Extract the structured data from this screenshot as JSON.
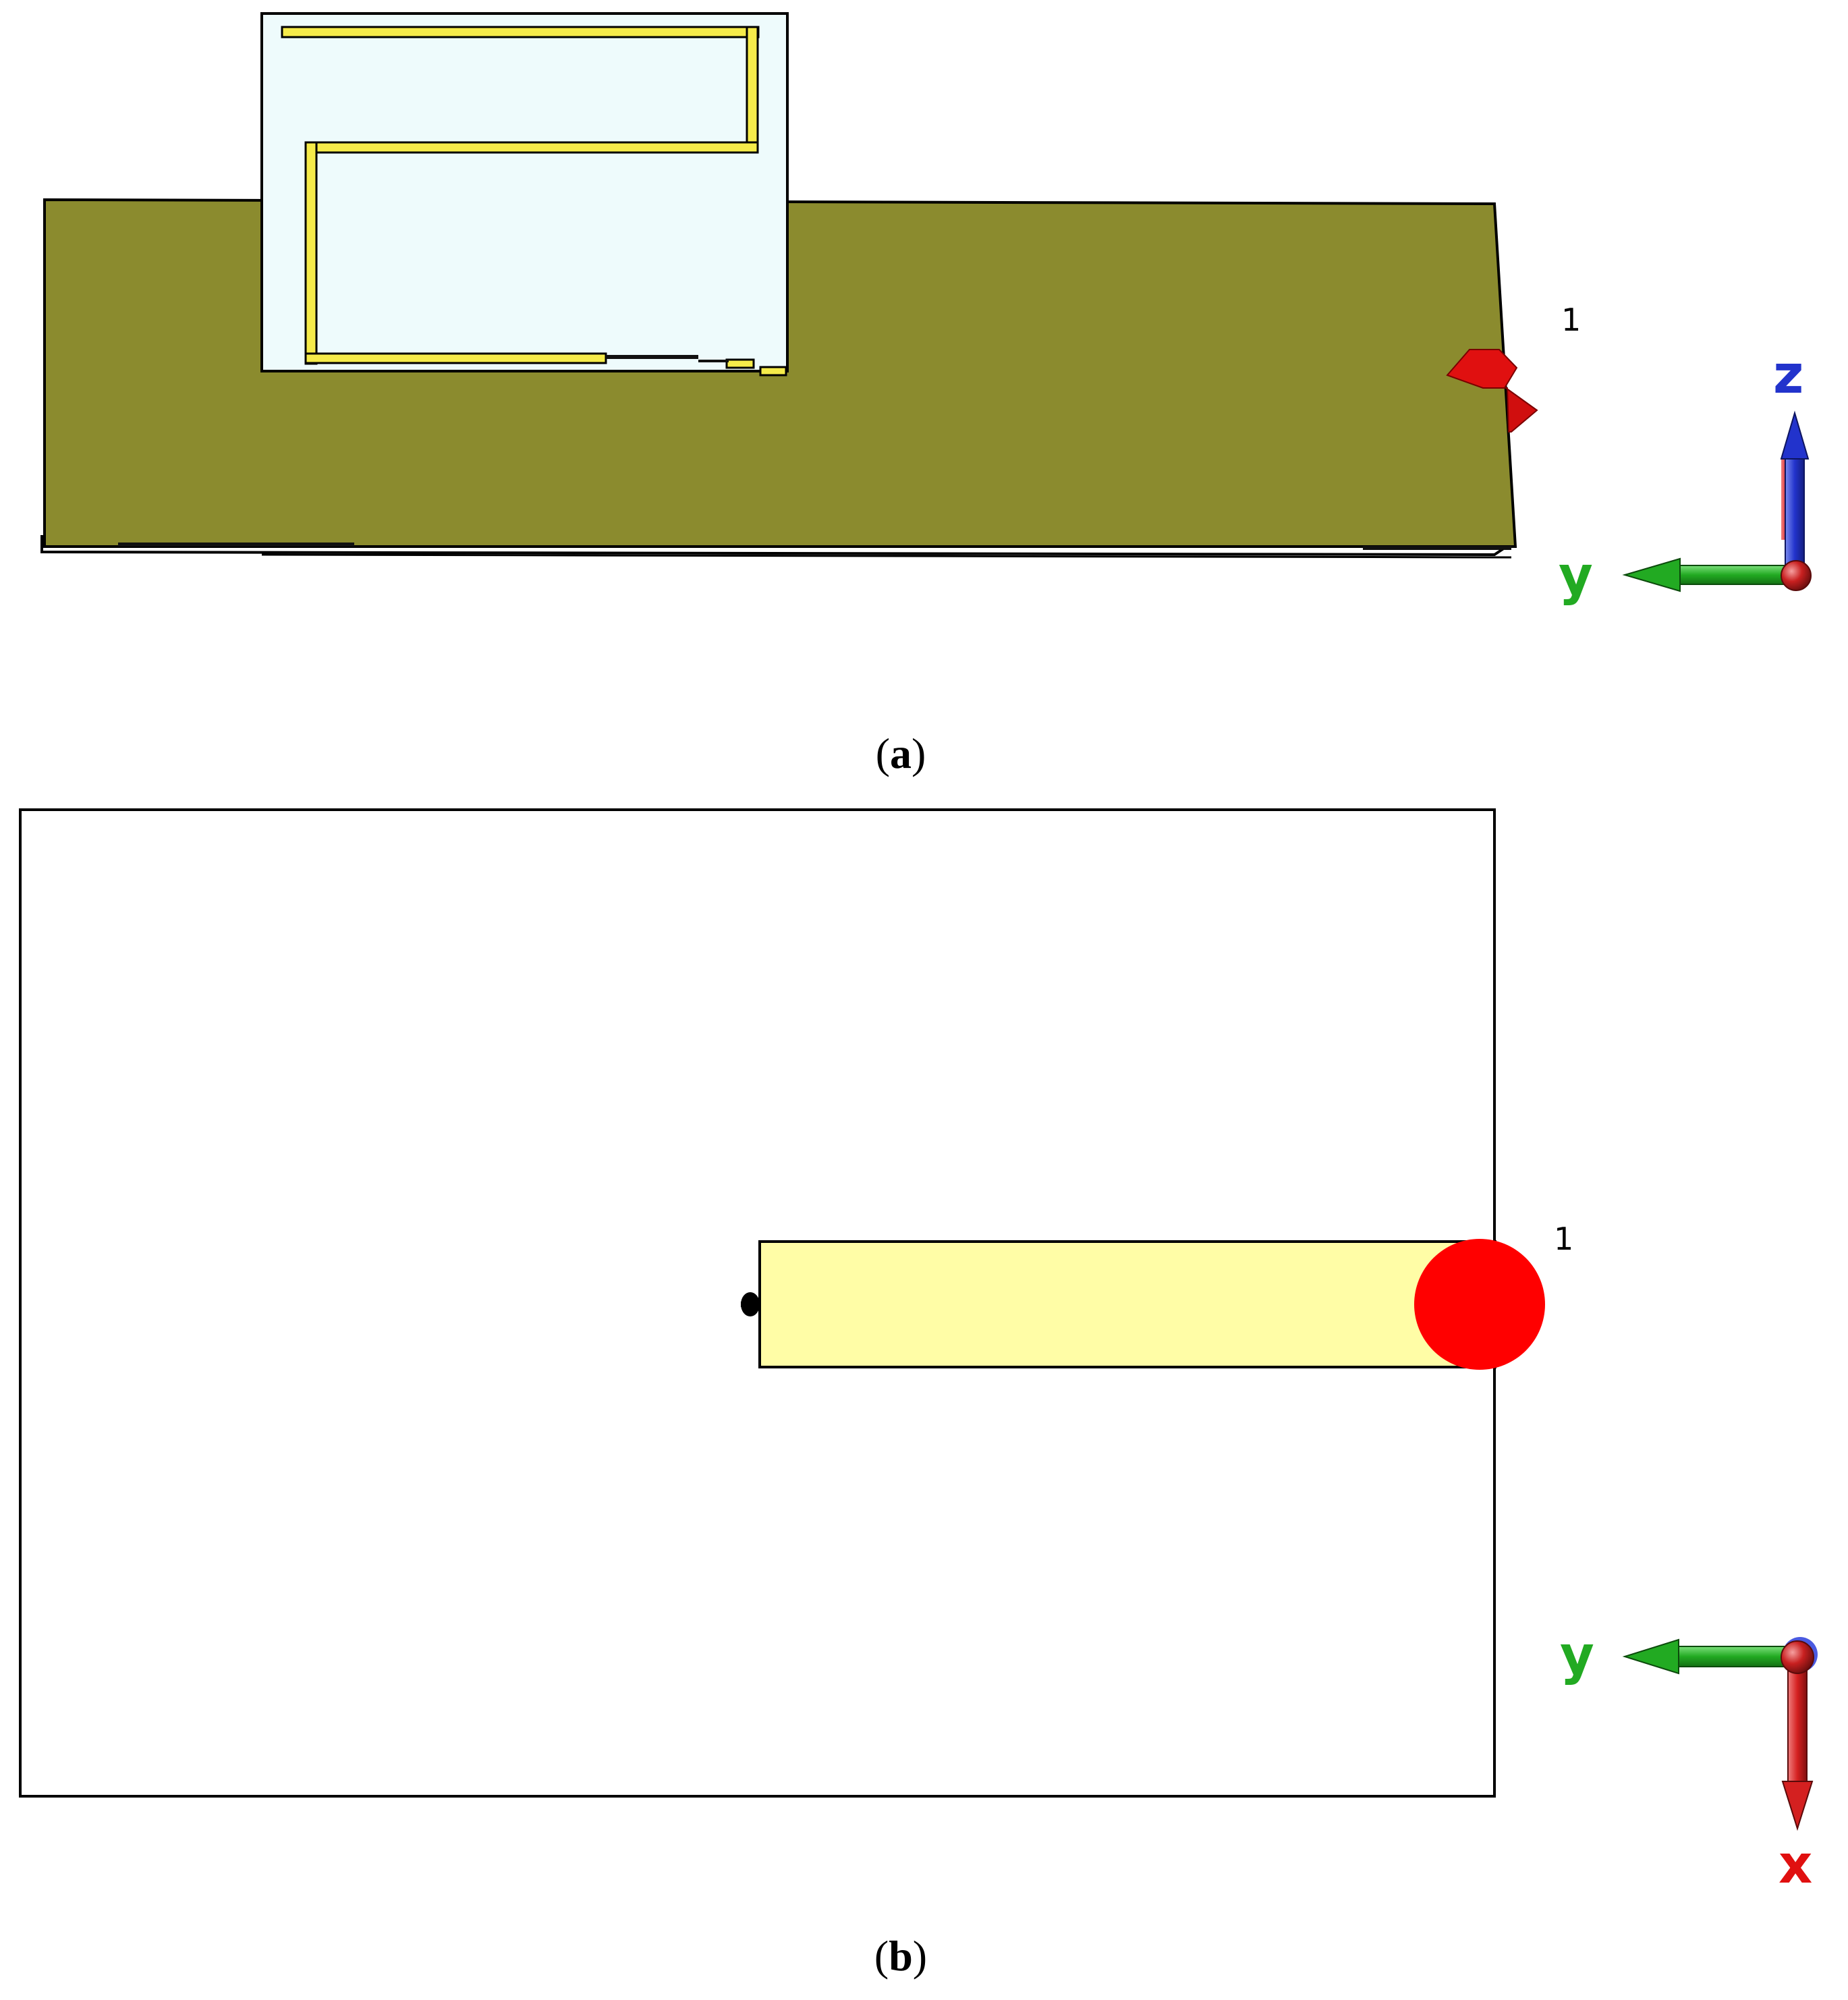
{
  "panel_a": {
    "caption_label": "a",
    "port_label": "1",
    "axes": {
      "vertical": "z",
      "horizontal": "y"
    },
    "colors": {
      "ground_plane": "#8B8B2E",
      "substrate": "#EEFBFC",
      "trace": "#F5EB4A",
      "port": "#E01010",
      "axis_z": "#2233CC",
      "axis_y": "#22AA22",
      "axis_x": "#D42020"
    }
  },
  "panel_b": {
    "caption_label": "b",
    "port_label": "1",
    "axes": {
      "horizontal": "y",
      "vertical": "x"
    },
    "colors": {
      "board": "#FFFFFF",
      "feed_strip": "#FFFDA6",
      "port": "#FF0000",
      "axis_y": "#22AA22",
      "axis_x": "#D42020"
    }
  }
}
